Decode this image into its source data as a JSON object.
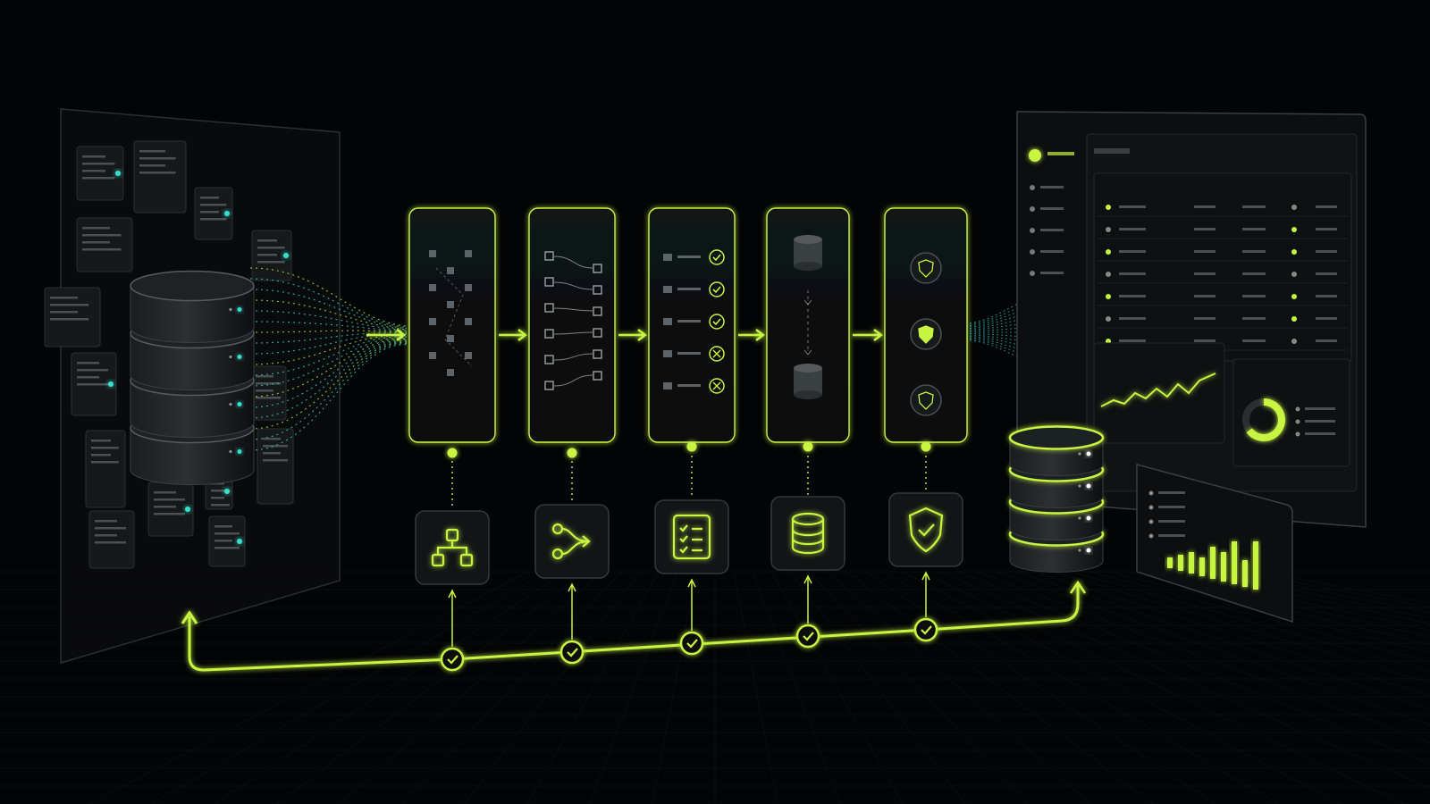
{
  "colors": {
    "background": "#030405",
    "accent": "#c8f542",
    "accent_glow": "#b6ff3b",
    "cyan": "#38e0d0",
    "panel": "#0e1011",
    "panel_border": "#2a2e30",
    "icon_gray": "#6c7275"
  },
  "source": {
    "icon": "database-icon",
    "cylinder_segments": 4,
    "document_cards": 14
  },
  "pipeline": {
    "stages": [
      {
        "id": "stage-1",
        "panel_icon": "grid-nodes-icon",
        "base_icon": "hierarchy-icon"
      },
      {
        "id": "stage-2",
        "panel_icon": "branching-icon",
        "base_icon": "split-branch-icon"
      },
      {
        "id": "stage-3",
        "panel_icon": "checklist-icon",
        "base_icon": "checklist-icon",
        "rows": [
          "check",
          "check",
          "check",
          "cross",
          "cross"
        ]
      },
      {
        "id": "stage-4",
        "panel_icon": "database-transfer-icon",
        "base_icon": "database-icon"
      },
      {
        "id": "stage-5",
        "panel_icon": "shield-icon",
        "base_icon": "shield-check-icon"
      }
    ],
    "feedback_checks": 5
  },
  "destination": {
    "icon": "database-icon",
    "cylinder_segments": 4,
    "dashboard": {
      "sidebar_items": 5,
      "table_rows": 7,
      "chart_icon": "line-chart-icon",
      "donut_icon": "donut-chart-icon",
      "donut_fraction": 0.65
    },
    "tablet": {
      "chart_icon": "bar-chart-icon",
      "bar_levels": [
        0.2,
        0.3,
        0.4,
        0.35,
        0.6,
        0.55,
        0.8,
        0.5,
        0.9
      ]
    }
  }
}
